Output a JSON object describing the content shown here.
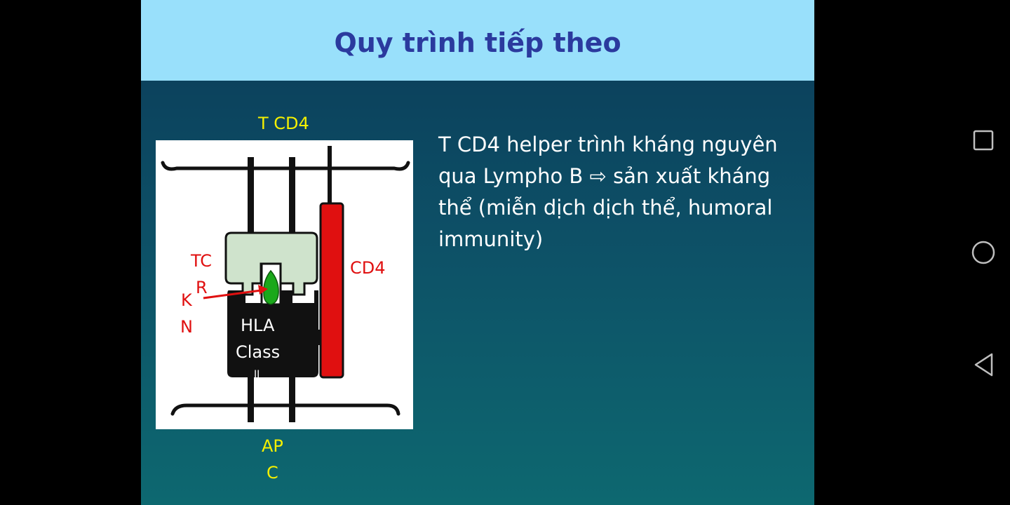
{
  "slide": {
    "title": "Quy trình tiếp theo",
    "label_top": "T CD4",
    "label_bottom_line1": "AP",
    "label_bottom_line2": "C",
    "body_text": "T CD4 helper trình kháng nguyên qua Lympho B ⇨ sản xuất kháng thể (miễn dịch dịch thể, humoral immunity)"
  },
  "diagram": {
    "tcr_line1": "TC",
    "tcr_line2": "R",
    "kn_line1": "K",
    "kn_line2": "N",
    "cd4_label": "CD4",
    "hla_line1": "HLA",
    "hla_line2": "Class",
    "hla_line3": "II"
  },
  "navigation": {
    "recent_apps_icon": "square-icon",
    "home_icon": "circle-icon",
    "back_icon": "triangle-back-icon"
  },
  "colors": {
    "header_bg": "#99e0fb",
    "title_color": "#2b3a9e",
    "label_yellow": "#f5f000",
    "diagram_red": "#e01010",
    "tcr_green": "#cfe3cc",
    "antigen_green": "#1aa81a"
  }
}
